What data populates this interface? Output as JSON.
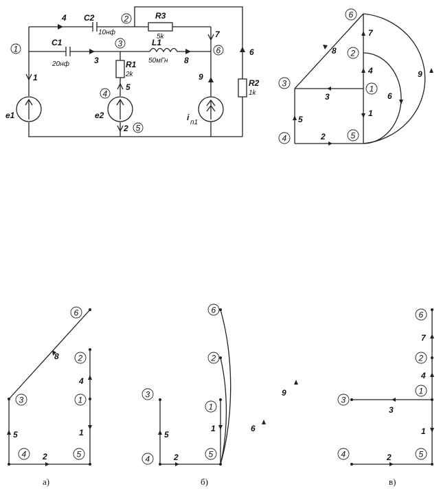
{
  "circuit": {
    "nodes": [
      "1",
      "2",
      "3",
      "4",
      "5",
      "6"
    ],
    "branches": [
      "1",
      "2",
      "3",
      "4",
      "5",
      "6",
      "7",
      "8",
      "9"
    ],
    "components": {
      "C1": {
        "name": "C1",
        "value": "20нф"
      },
      "C2": {
        "name": "C2",
        "value": "10нф"
      },
      "R1": {
        "name": "R1",
        "value": "2k"
      },
      "R2": {
        "name": "R2",
        "value": "1k"
      },
      "R3": {
        "name": "R3",
        "value": "5k"
      },
      "L1": {
        "name": "L1",
        "value": "50мГн"
      },
      "e1": "e1",
      "e2": "e2",
      "j1": "i",
      "j1_sub": "п1"
    }
  },
  "graph": {
    "nodes": [
      "1",
      "2",
      "3",
      "4",
      "5",
      "6"
    ],
    "branches": [
      "1",
      "2",
      "3",
      "4",
      "5",
      "6",
      "7",
      "8",
      "9"
    ]
  },
  "tree_a": {
    "caption": "а)",
    "nodes": [
      "2",
      "1",
      "3",
      "4",
      "5",
      "6"
    ],
    "branches": [
      "8",
      "4",
      "1",
      "5",
      "2"
    ]
  },
  "tree_b": {
    "caption": "б)",
    "nodes": [
      "6",
      "2",
      "3",
      "1",
      "4",
      "5"
    ],
    "branches": [
      "9",
      "6",
      "5",
      "1",
      "2"
    ]
  },
  "tree_c": {
    "caption": "в)",
    "nodes": [
      "6",
      "2",
      "1",
      "3",
      "4",
      "5"
    ],
    "branches": [
      "7",
      "4",
      "3",
      "1",
      "2"
    ]
  }
}
